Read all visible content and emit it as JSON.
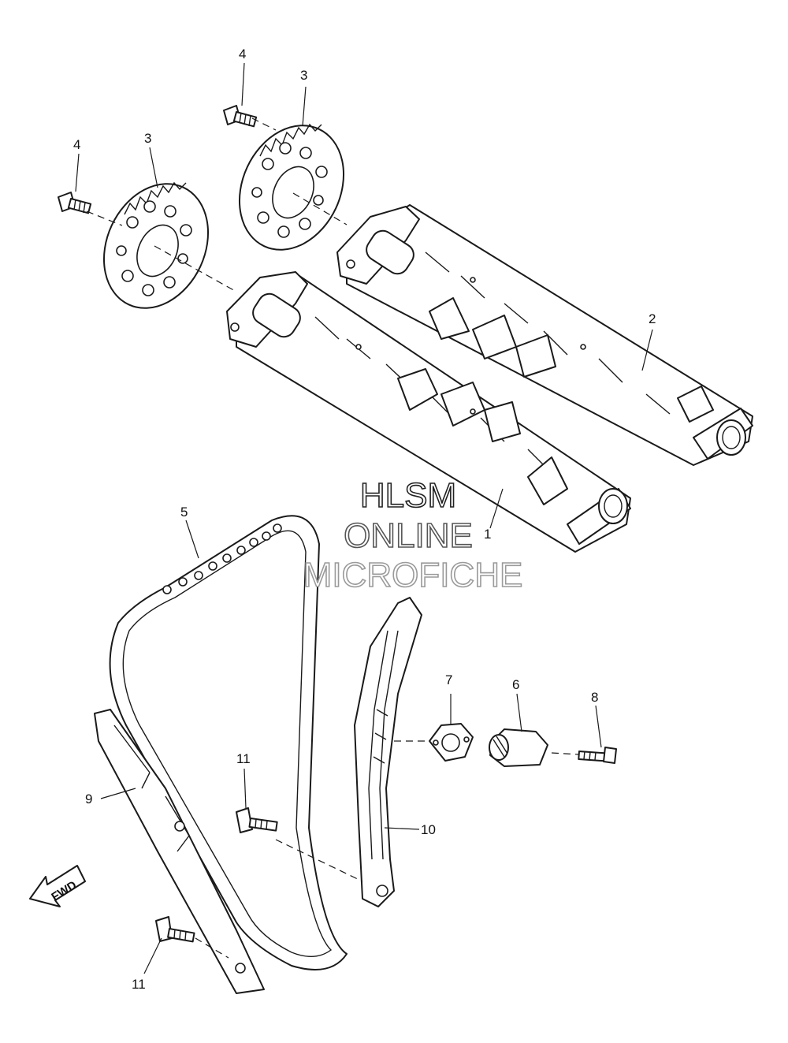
{
  "watermark": {
    "line1": "HLSM",
    "line2": "ONLINE",
    "line3": "MICROFICHE",
    "colors": [
      "#222222",
      "#555555",
      "#9a9a9a"
    ]
  },
  "fwd_arrow": {
    "label": "FWD",
    "icon": "fwd-arrow-icon"
  },
  "parts": [
    {
      "ref": "1",
      "part": "camshaft-1"
    },
    {
      "ref": "2",
      "part": "camshaft-2"
    },
    {
      "ref": "3",
      "part": "cam-sprocket-left"
    },
    {
      "ref": "3",
      "part": "cam-sprocket-right"
    },
    {
      "ref": "4",
      "part": "bolt-left"
    },
    {
      "ref": "4",
      "part": "bolt-right"
    },
    {
      "ref": "5",
      "part": "timing-chain"
    },
    {
      "ref": "6",
      "part": "chain-tensioner"
    },
    {
      "ref": "7",
      "part": "tensioner-gasket"
    },
    {
      "ref": "8",
      "part": "tensioner-bolt"
    },
    {
      "ref": "9",
      "part": "chain-guide-exhaust"
    },
    {
      "ref": "10",
      "part": "chain-guide-intake"
    },
    {
      "ref": "11",
      "part": "guide-bolt-upper"
    },
    {
      "ref": "11",
      "part": "guide-bolt-lower"
    }
  ]
}
